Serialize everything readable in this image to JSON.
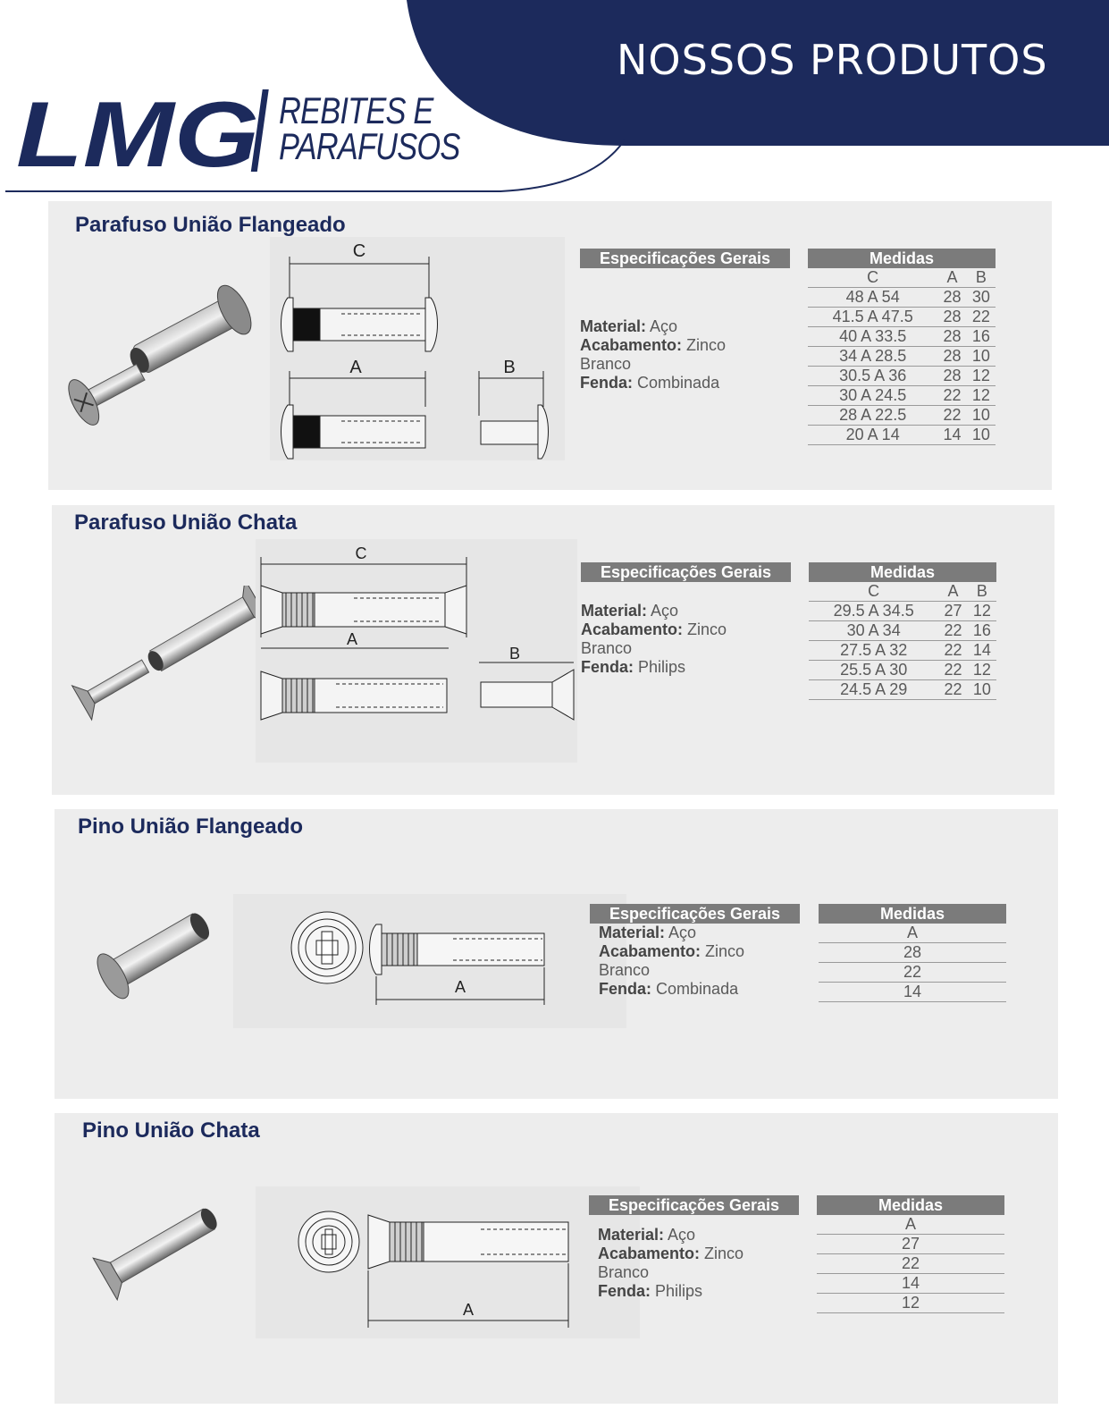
{
  "header": {
    "page_title": "NOSSOS PRODUTOS",
    "brand_logo": "LMG",
    "tagline_line1": "REBITES E",
    "tagline_line2": "PARAFUSOS"
  },
  "colors": {
    "navy": "#1c2a5c",
    "panel": "#ededed",
    "table_header": "#7b7b7b"
  },
  "products": [
    {
      "title": "Parafuso União Flangeado",
      "dims": [
        "C",
        "A",
        "B"
      ],
      "spec_header": "Especificações Gerais",
      "specs": [
        {
          "label": "Material:",
          "value": "Aço"
        },
        {
          "label": "Acabamento:",
          "value": "Zinco"
        },
        {
          "label": "",
          "value": "Branco"
        },
        {
          "label": "Fenda:",
          "value": "Combinada"
        }
      ],
      "table_header": "Medidas",
      "columns": [
        "C",
        "A",
        "B"
      ],
      "rows": [
        [
          "48 A 54",
          "28",
          "30"
        ],
        [
          "41.5 A 47.5",
          "28",
          "22"
        ],
        [
          "40 A 33.5",
          "28",
          "16"
        ],
        [
          "34 A 28.5",
          "28",
          "10"
        ],
        [
          "30.5 A 36",
          "28",
          "12"
        ],
        [
          "30 A 24.5",
          "22",
          "12"
        ],
        [
          "28 A 22.5",
          "22",
          "10"
        ],
        [
          "20 A 14",
          "14",
          "10"
        ]
      ]
    },
    {
      "title": "Parafuso União Chata",
      "dims": [
        "C",
        "A",
        "B"
      ],
      "spec_header": "Especificações Gerais",
      "specs": [
        {
          "label": "Material:",
          "value": "Aço"
        },
        {
          "label": "Acabamento:",
          "value": "Zinco"
        },
        {
          "label": "",
          "value": "Branco"
        },
        {
          "label": "Fenda:",
          "value": "Philips"
        }
      ],
      "table_header": "Medidas",
      "columns": [
        "C",
        "A",
        "B"
      ],
      "rows": [
        [
          "29.5 A 34.5",
          "27",
          "12"
        ],
        [
          "30 A 34",
          "22",
          "16"
        ],
        [
          "27.5 A 32",
          "22",
          "14"
        ],
        [
          "25.5 A 30",
          "22",
          "12"
        ],
        [
          "24.5 A 29",
          "22",
          "10"
        ]
      ]
    },
    {
      "title": "Pino União Flangeado",
      "dims": [
        "A"
      ],
      "spec_header": "Especificações Gerais",
      "specs": [
        {
          "label": "Material:",
          "value": "Aço"
        },
        {
          "label": "Acabamento:",
          "value": "Zinco"
        },
        {
          "label": "",
          "value": "Branco"
        },
        {
          "label": "Fenda:",
          "value": "Combinada"
        }
      ],
      "table_header": "Medidas",
      "columns": [
        "A"
      ],
      "rows": [
        [
          "28"
        ],
        [
          "22"
        ],
        [
          "14"
        ]
      ]
    },
    {
      "title": "Pino União Chata",
      "dims": [
        "A"
      ],
      "spec_header": "Especificações Gerais",
      "specs": [
        {
          "label": "Material:",
          "value": "Aço"
        },
        {
          "label": "Acabamento:",
          "value": "Zinco"
        },
        {
          "label": "",
          "value": "Branco"
        },
        {
          "label": "Fenda:",
          "value": "Philips"
        }
      ],
      "table_header": "Medidas",
      "columns": [
        "A"
      ],
      "rows": [
        [
          "27"
        ],
        [
          "22"
        ],
        [
          "14"
        ],
        [
          "12"
        ]
      ]
    }
  ]
}
